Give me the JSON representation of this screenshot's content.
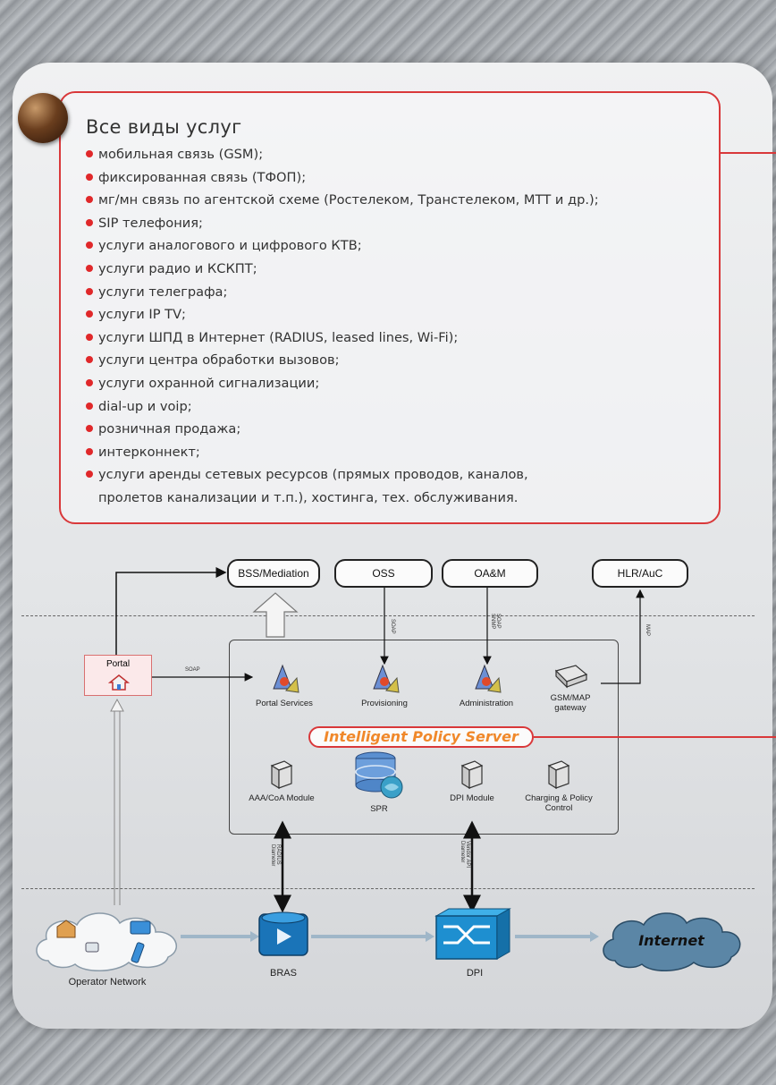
{
  "services": {
    "title": "Все виды услуг",
    "items": [
      "мобильная связь (GSM);",
      "фиксированная связь (ТФОП);",
      "мг/мн связь по агентской схеме (Ростелеком, Транстелеком, МТТ и др.);",
      "SIP телефония;",
      "услуги аналогового и цифрового КТВ;",
      "услуги радио и КСКПТ;",
      "услуги телеграфа;",
      "услуги IP TV;",
      "услуги ШПД в Интернет (RADIUS, leased lines, Wi-Fi);",
      "услуги центра обработки вызовов;",
      "услуги охранной сигнализации;",
      "dial-up и voip;",
      "розничная продажа;",
      "интерконнект;",
      "услуги аренды сетевых ресурсов (прямых проводов, каналов,\nпролетов канализации и т.п.), хостинга, тех. обслуживания."
    ]
  },
  "diagram": {
    "top_boxes": {
      "bss": "BSS/Mediation",
      "oss": "OSS",
      "oam": "OA&M",
      "hlr": "HLR/AuC"
    },
    "portal": "Portal",
    "server_title": "Intelligent Policy Server",
    "modules": {
      "portal_services": "Portal Services",
      "provisioning": "Provisioning",
      "administration": "Administration",
      "gsm_map": "GSM/MAP\ngateway",
      "aaa": "AAA/CoA Module",
      "spr": "SPR",
      "dpi_module": "DPI Module",
      "charging": "Charging & Policy\nControl"
    },
    "network": {
      "operator": "Operator Network",
      "bras": "BRAS",
      "dpi": "DPI",
      "internet": "Internet"
    },
    "link_labels": {
      "soap_portal": "SOAP",
      "soap_oss": "SOAP",
      "soap_oam": "SOAP\nSNMP",
      "map_hlr": "MAP",
      "radius": "RADIUS\nDiameter",
      "dpi_link": "Vendor API\nDiameter"
    }
  }
}
